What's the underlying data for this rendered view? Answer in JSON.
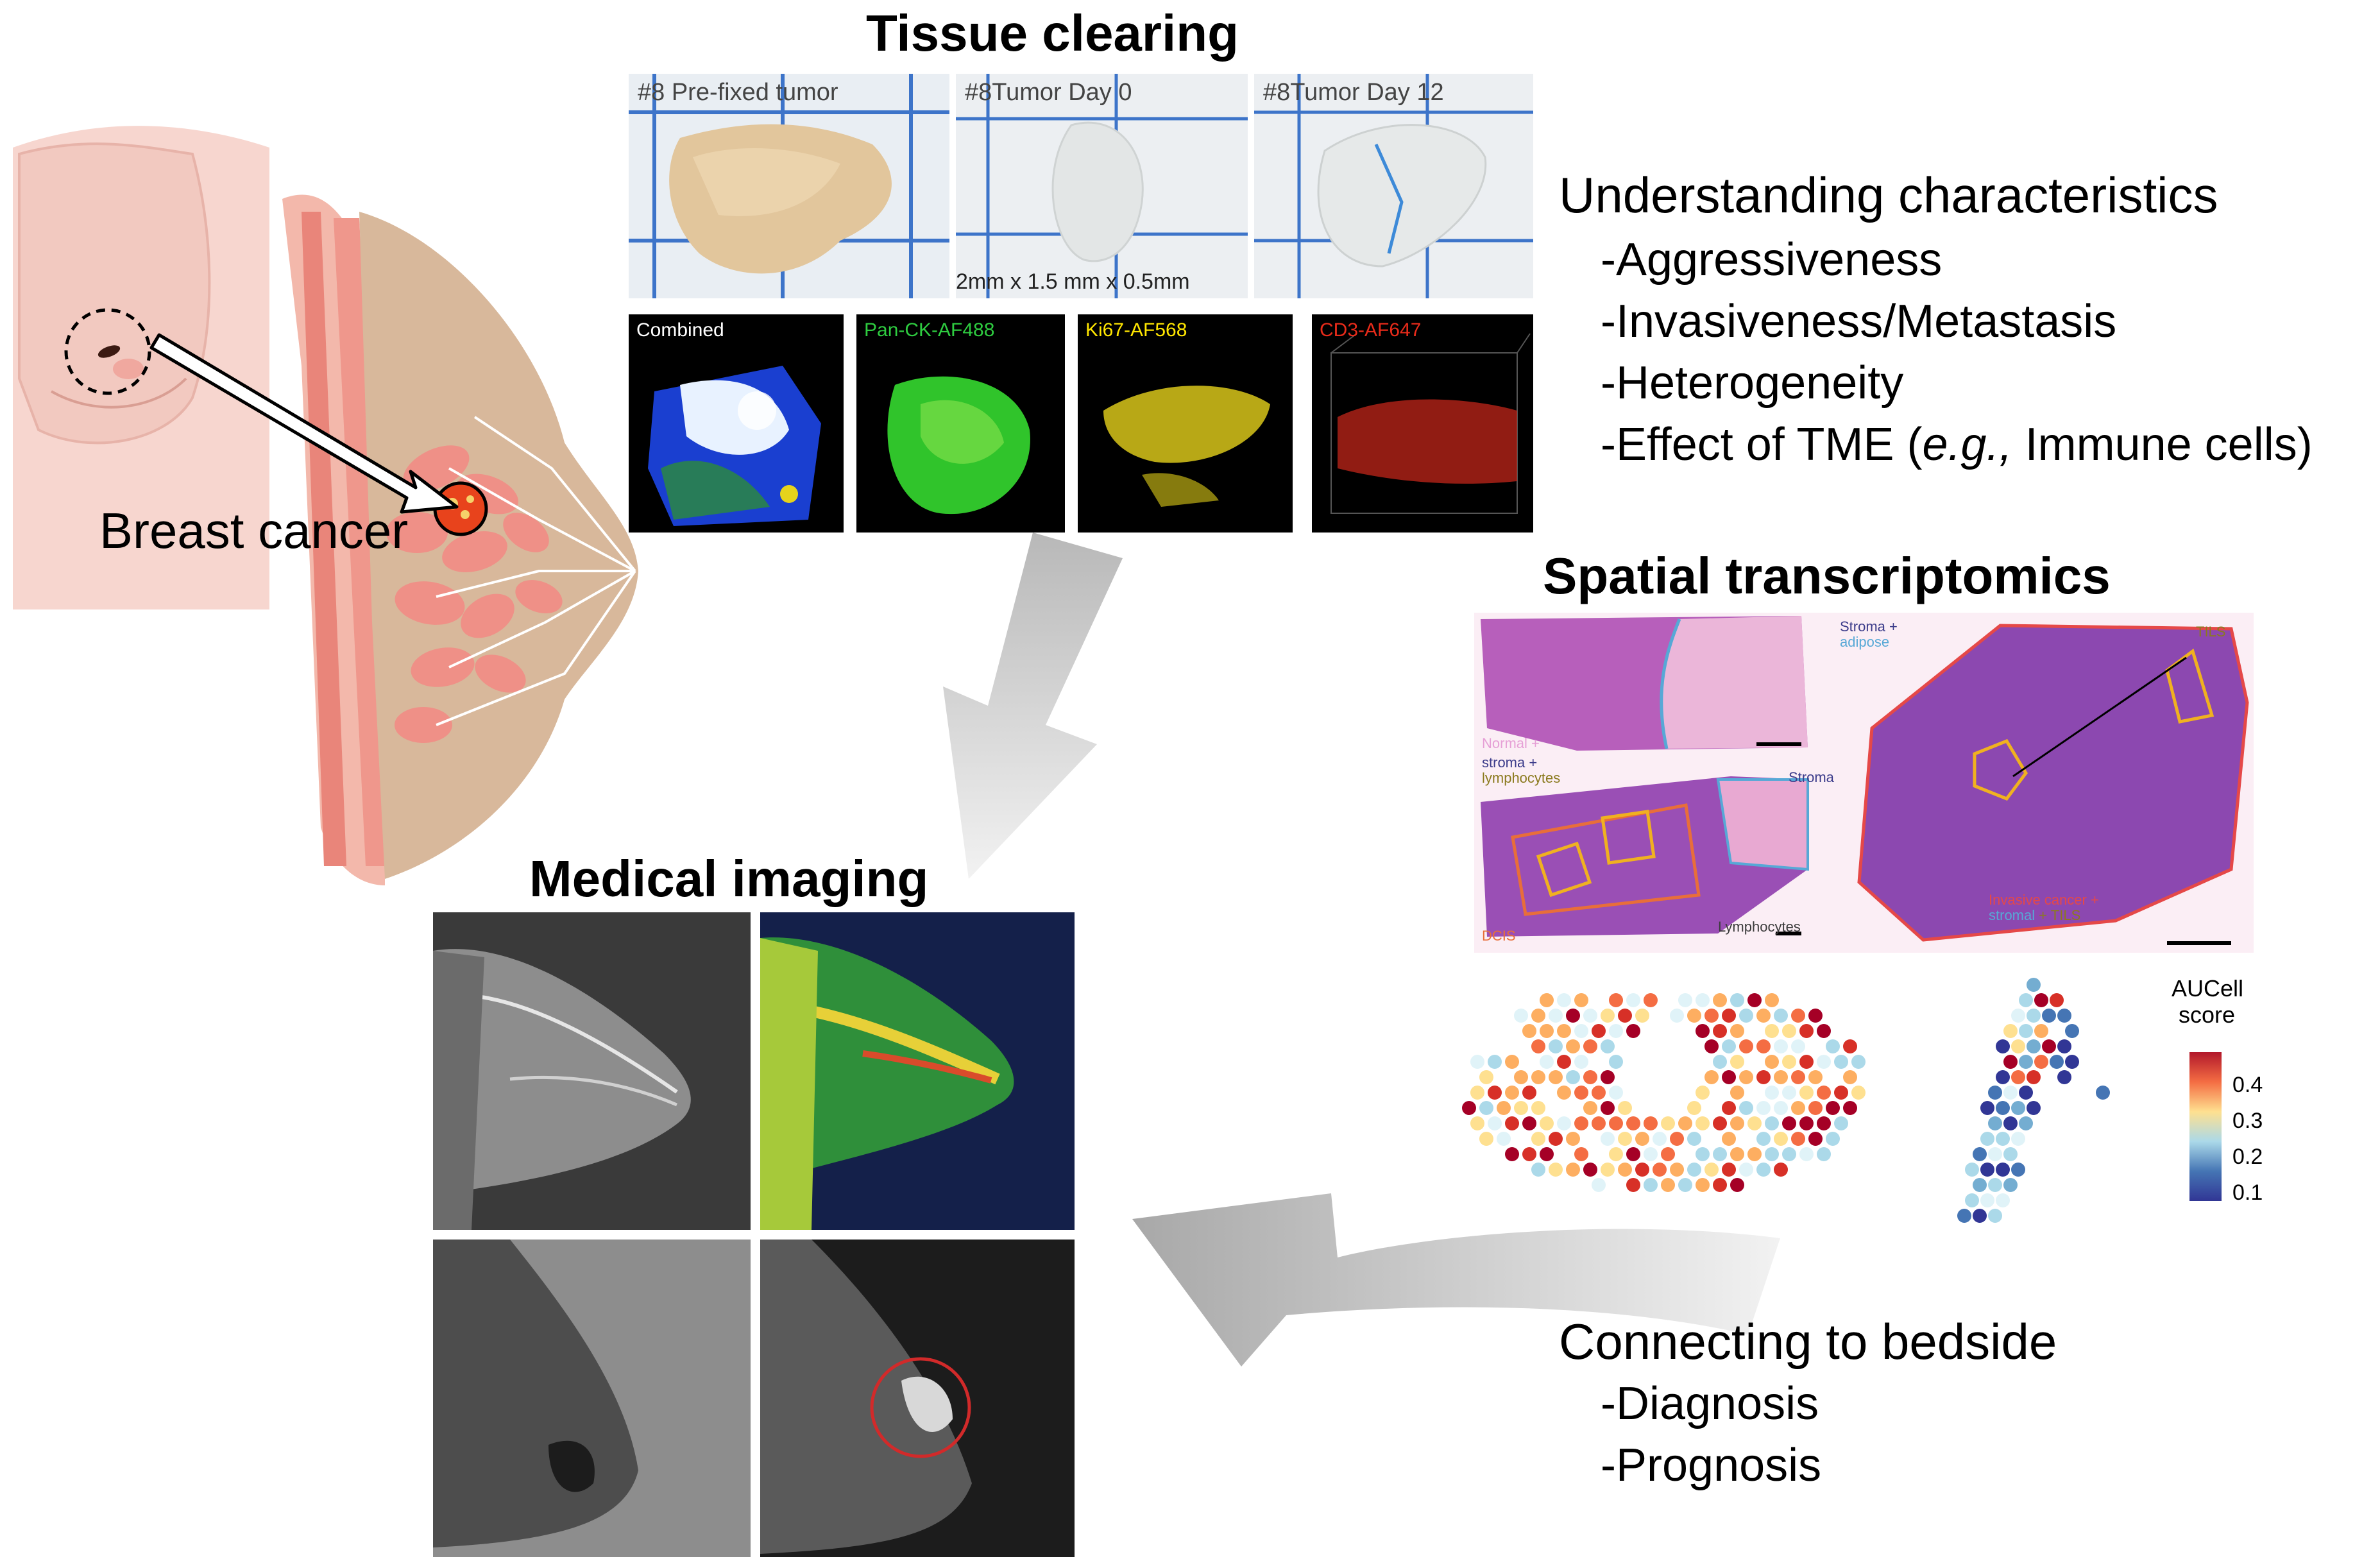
{
  "tissue_clearing": {
    "title": "Tissue clearing",
    "photos": [
      {
        "label": "#8 Pre-fixed tumor"
      },
      {
        "label": "#8Tumor Day 0"
      },
      {
        "label": "#8Tumor  Day 12"
      }
    ],
    "dimensions": "2mm x 1.5 mm x 0.5mm",
    "channels": [
      {
        "label": "Combined",
        "color": "#ffffff"
      },
      {
        "label": "Pan-CK-AF488",
        "color": "#2ecc40"
      },
      {
        "label": "Ki67-AF568",
        "color": "#ffe600"
      },
      {
        "label": "CD3-AF647",
        "color": "#e82b1a"
      }
    ]
  },
  "breast_illustration": {
    "label": "Breast cancer"
  },
  "understanding": {
    "title": "Understanding characteristics",
    "items": [
      "-Aggressiveness",
      "-Invasiveness/Metastasis",
      "-Heterogeneity"
    ],
    "tme_prefix": "-Effect of TME (",
    "tme_eg": "e.g.,",
    "tme_suffix": " Immune cells)"
  },
  "spatial": {
    "title": "Spatial transcriptomics",
    "histology_labels": {
      "stroma_adipose_1": "Stroma +",
      "stroma_adipose_2": "adipose",
      "normal": "Normal +",
      "stroma_lympho_1": "stroma +",
      "stroma_lympho_2": "lymphocytes",
      "stroma": "Stroma",
      "dcis": "DCIS",
      "lymphocytes": "Lymphocytes",
      "tils": "TILS",
      "invasive_1": "Invasive cancer +",
      "invasive_2a": "stromal",
      "invasive_2b": " + TILS"
    },
    "legend": {
      "title_line1": "AUCell",
      "title_line2": "score",
      "ticks": [
        "0.4",
        "0.3",
        "0.2",
        "0.1"
      ]
    }
  },
  "medical_imaging": {
    "title": "Medical imaging"
  },
  "bedside": {
    "title": "Connecting to bedside",
    "items": [
      "-Diagnosis",
      "-Prognosis"
    ]
  }
}
